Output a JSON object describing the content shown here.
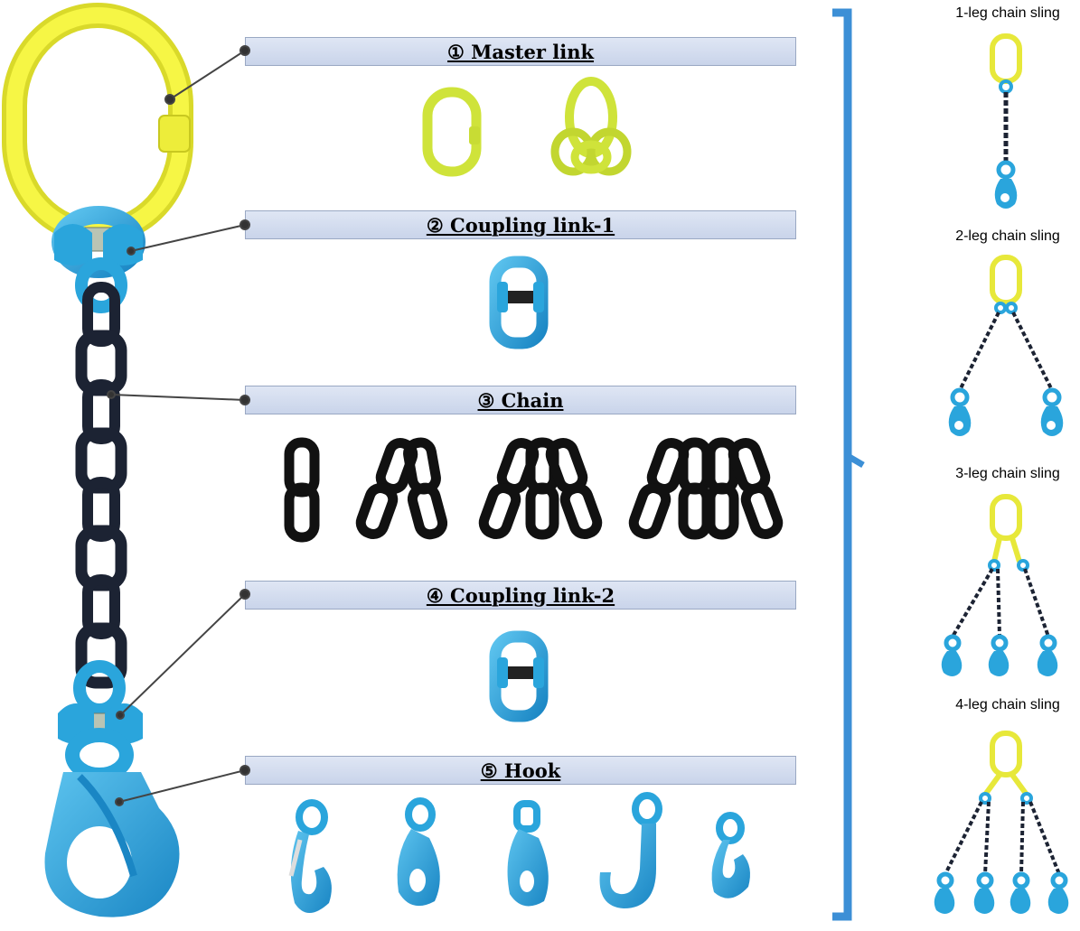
{
  "components": [
    {
      "label": "① Master link"
    },
    {
      "label": "② Coupling link-1"
    },
    {
      "label": "③ Chain"
    },
    {
      "label": "④ Coupling link-2"
    },
    {
      "label": "⑤ Hook"
    }
  ],
  "slings": [
    {
      "label": "1-leg chain sling"
    },
    {
      "label": "2-leg chain sling"
    },
    {
      "label": "3-leg chain sling"
    },
    {
      "label": "4-leg chain sling"
    }
  ],
  "colors": {
    "master_link": "#f2f23a",
    "coupling": "#2aa5dc",
    "chain": "#1c2333",
    "bracket": "#3c8fd6",
    "label_bar": "#d3dcef"
  }
}
